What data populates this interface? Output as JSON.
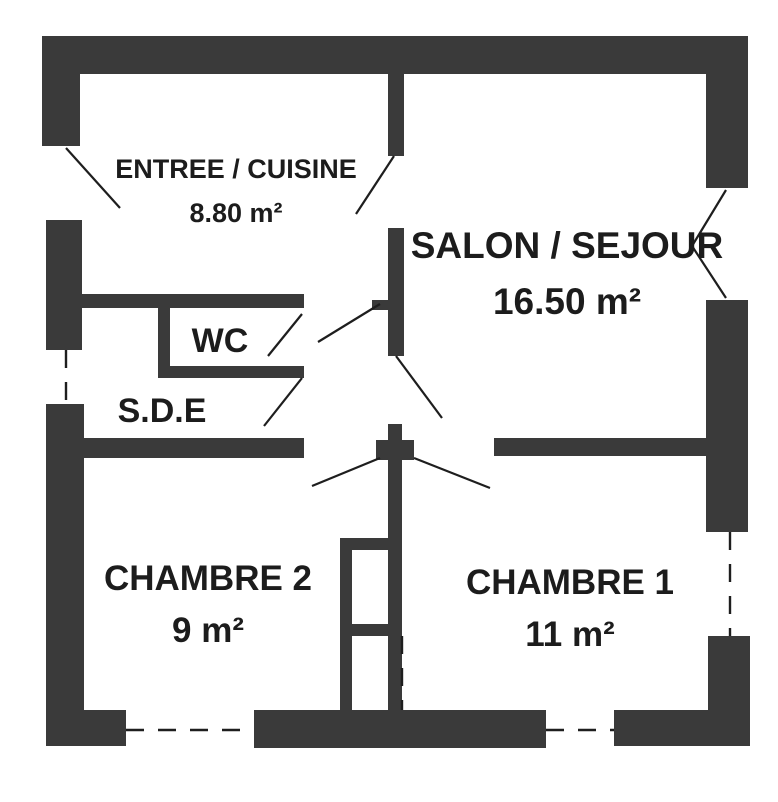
{
  "colors": {
    "wall": "#3a3a3a",
    "line": "#1e1e1e",
    "background": "#ffffff",
    "text": "#1c1c1c"
  },
  "rooms": {
    "entree_cuisine": {
      "name": "ENTREE / CUISINE",
      "area": "8.80 m²"
    },
    "salon_sejour": {
      "name": "SALON / SEJOUR",
      "area": "16.50 m²"
    },
    "wc": {
      "name": "WC"
    },
    "sde": {
      "name": "S.D.E"
    },
    "chambre_2": {
      "name": "CHAMBRE 2",
      "area": "9 m²"
    },
    "chambre_1": {
      "name": "CHAMBRE 1",
      "area": "11 m²"
    }
  }
}
